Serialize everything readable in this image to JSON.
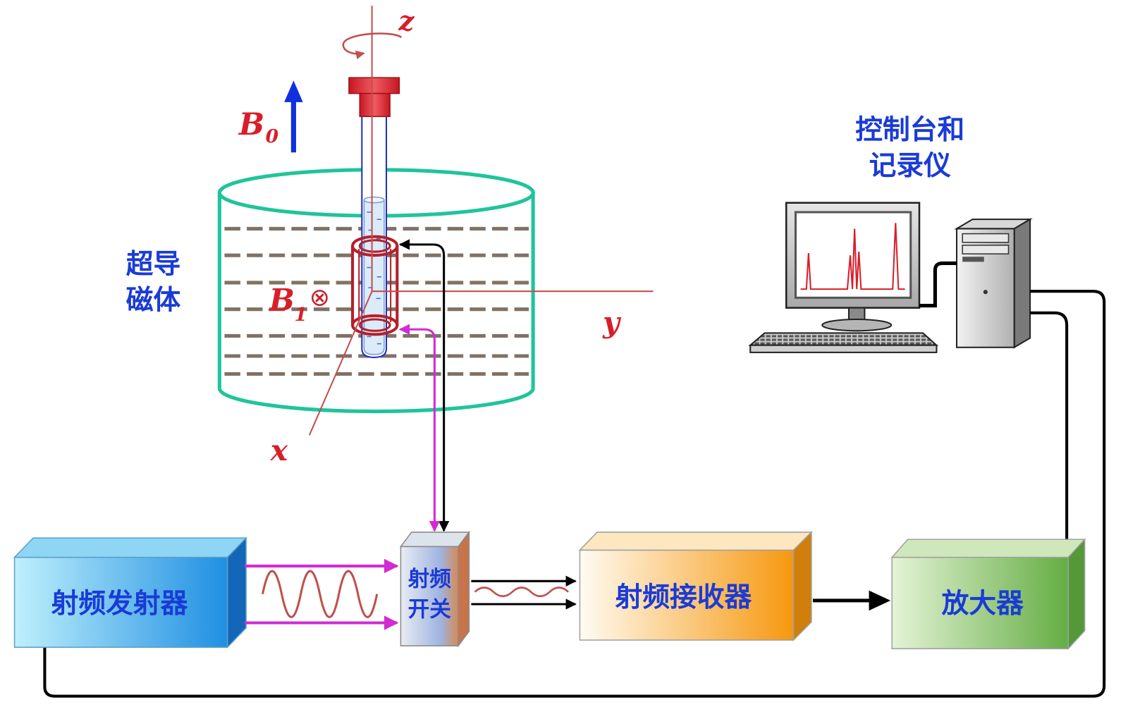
{
  "axes": {
    "z": "z",
    "x": "x",
    "y": "y"
  },
  "fields": {
    "b0": {
      "symbol": "B",
      "subscript": "0"
    },
    "b1": {
      "symbol": "B",
      "subscript": "1",
      "direction": "⊗"
    }
  },
  "magnet": {
    "label_line1": "超导",
    "label_line2": "磁体"
  },
  "console": {
    "label_line1": "控制台和",
    "label_line2": "记录仪"
  },
  "blocks": {
    "rf_transmitter": "射频发射器",
    "rf_switch": {
      "line1": "射频",
      "line2": "开关"
    },
    "rf_receiver": "射频接收器",
    "amplifier": "放大器"
  },
  "colors": {
    "label_blue": "#1a3bd6",
    "axis_red": "#c0504d",
    "magnet_green": "#20c49a",
    "signal_magenta": "#d22bd2",
    "field_arrow_blue": "#1030e0"
  }
}
